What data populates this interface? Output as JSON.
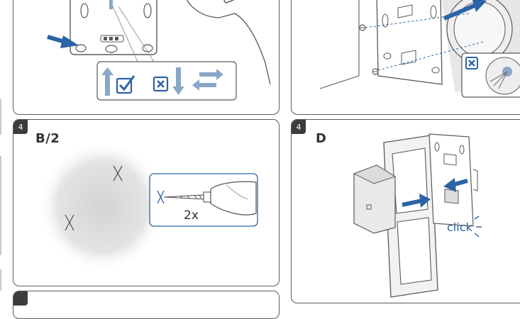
{
  "colors": {
    "accent_blue": "#2b63a6",
    "light_blue": "#8aa6c8",
    "outline": "#5a5a5a",
    "shadow_grey": "#d7d7d7"
  },
  "panels": {
    "top_left": {
      "icons": [
        "arrow-up-icon",
        "checkbox-checked-icon",
        "checkbox-x-icon",
        "arrow-down-icon",
        "swap-arrows-icon"
      ]
    },
    "top_right": {
      "icons": [
        "checkbox-x-icon"
      ]
    },
    "bottom_left": {
      "step": "4",
      "label": "B/2",
      "drill_count": "2x"
    },
    "bottom_right": {
      "step": "4",
      "label": "D",
      "click_text": "click"
    }
  }
}
